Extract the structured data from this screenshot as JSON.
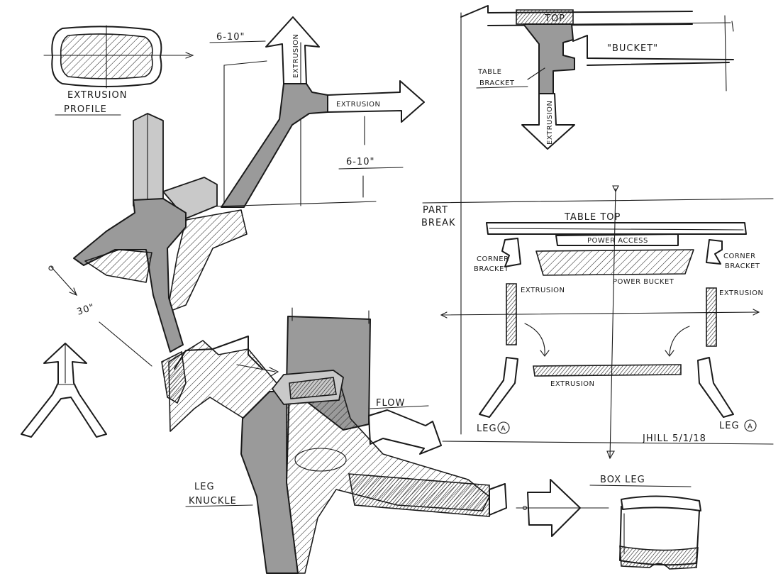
{
  "labels": {
    "extrusion_profile_1": "EXTRUSION",
    "extrusion_profile_2": "PROFILE",
    "dim_top": "6-10\"",
    "dim_right": "6-10\"",
    "extrusion_vertical": "EXTRUSION",
    "extrusion_arrow": "EXTRUSION",
    "angle": "30\"",
    "top": "TOP",
    "bucket": "\"BUCKET\"",
    "table_bracket_1": "TABLE",
    "table_bracket_2": "BRACKET",
    "extrusion_down": "EXTRUSION",
    "part_break_1": "PART",
    "part_break_2": "BREAK",
    "table_top": "TABLE TOP",
    "power_access": "POWER ACCESS",
    "corner_bracket_left_1": "CORNER",
    "corner_bracket_left_2": "BRACKET",
    "corner_bracket_right_1": "CORNER",
    "corner_bracket_right_2": "BRACKET",
    "power_bucket": "POWER BUCKET",
    "extrusion_left": "EXTRUSION",
    "extrusion_right": "EXTRUSION",
    "extrusion_center": "EXTRUSION",
    "leg_left": "LEG",
    "leg_right": "LEG",
    "callout_letter": "A",
    "signature": "JHILL 5/1/18",
    "flow": "FLOW",
    "leg_knuckle_1": "LEG",
    "leg_knuckle_2": "KNUCKLE",
    "box_leg": "BOX LEG"
  },
  "colors": {
    "ink": "#1a1a1a",
    "marker_grey": "#9a9a9a",
    "light_grey": "#c9c9c9",
    "paper": "#ffffff"
  }
}
